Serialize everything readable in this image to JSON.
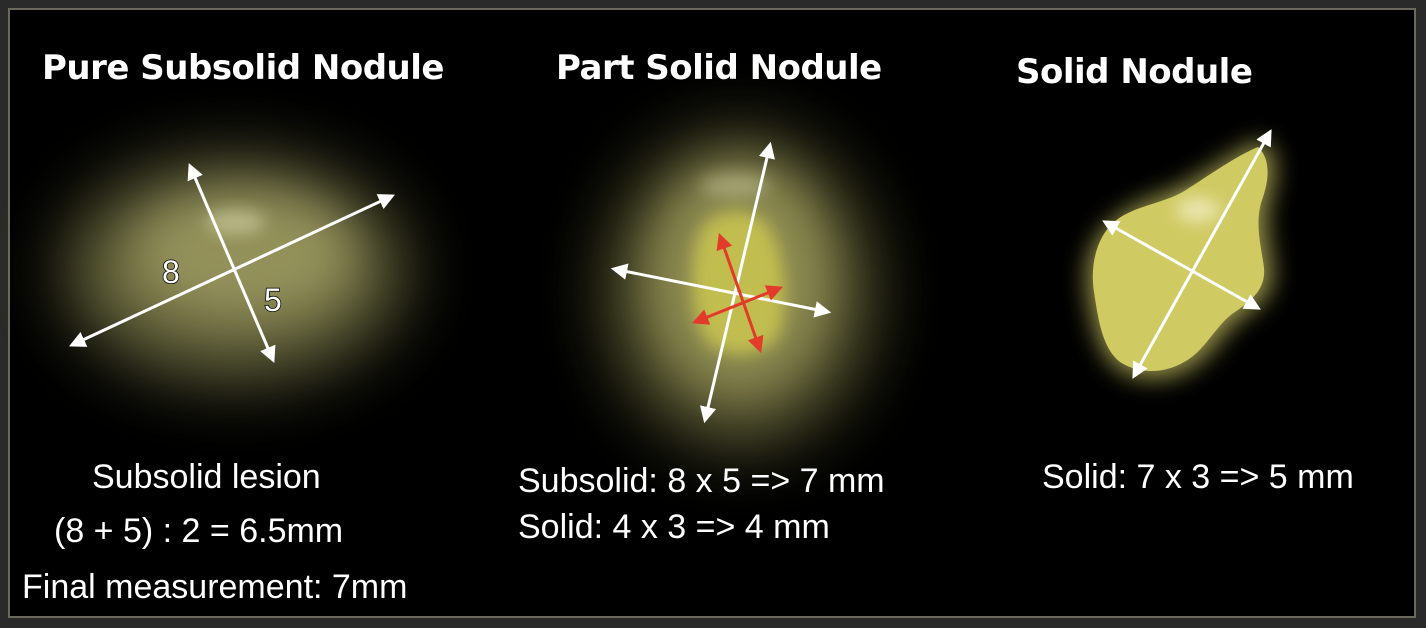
{
  "panels": [
    {
      "title": "Pure Subsolid Nodule",
      "axis_labels": [
        "8",
        "5"
      ],
      "captions": [
        "Subsolid lesion",
        "(8 + 5) : 2 = 6.5mm",
        "Final measurement: 7mm"
      ]
    },
    {
      "title": "Part Solid Nodule",
      "captions": [
        "Subsolid: 8 x 5 => 7 mm",
        "Solid: 4 x 3 => 4 mm"
      ]
    },
    {
      "title": "Solid Nodule",
      "captions": [
        "Solid: 7 x 3 => 5 mm"
      ]
    }
  ],
  "colors": {
    "background": "#000000",
    "frame": "#6b6a5c",
    "nodule": "#d8d36a",
    "arrow_white": "#ffffff",
    "arrow_red": "#e23b2a"
  }
}
